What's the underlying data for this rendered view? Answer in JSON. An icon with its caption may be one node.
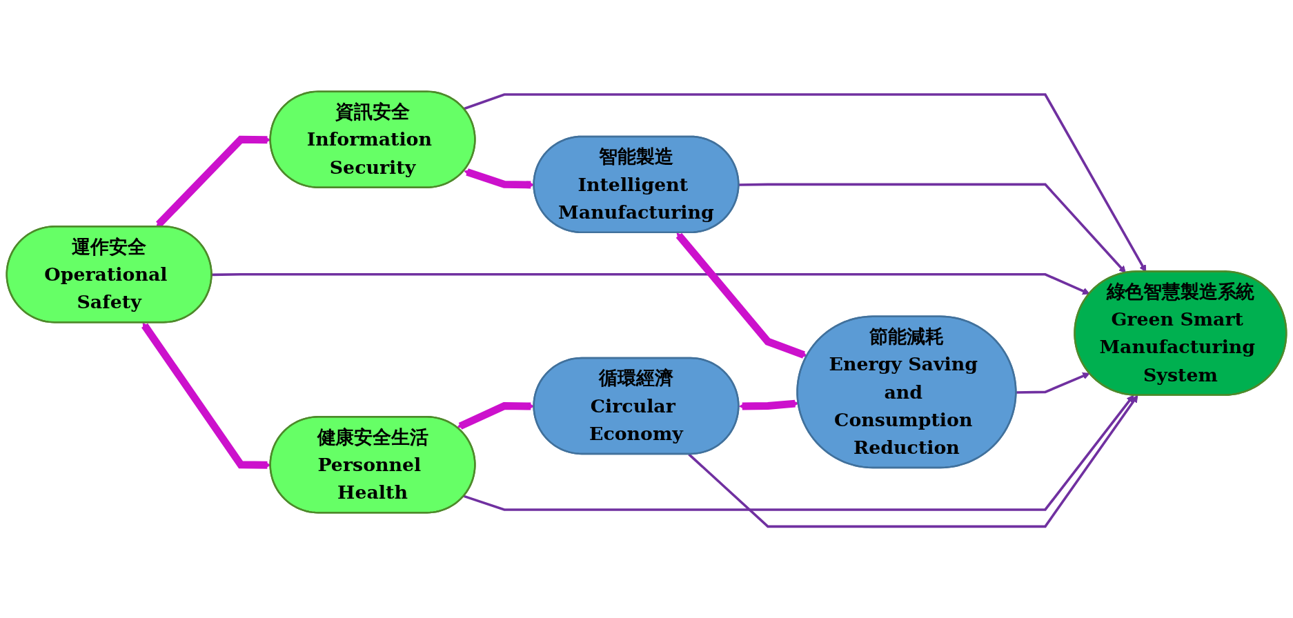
{
  "diagram": {
    "nodes": [
      {
        "text": [
          "資訊安全",
          "Information Security"
        ]
      },
      {
        "text": [
          "智能製造",
          "Intelligent Manufacturing"
        ]
      },
      {
        "text": [
          "運作安全",
          "Operational Safety"
        ]
      },
      {
        "text": [
          "綠色智慧製造系統",
          "Green Smart Manufacturing System"
        ]
      },
      {
        "text": [
          "節能減耗",
          "Energy Saving and Consumption Reduction"
        ]
      },
      {
        "text": [
          "健康安全生活",
          "Personnel Health"
        ]
      },
      {
        "text": [
          "循環經濟",
          "Circular Economy"
        ]
      }
    ],
    "edges": [
      {
        "from": 0,
        "to": 3,
        "arrow": "to",
        "color": "#7030a0"
      },
      {
        "from": 1,
        "to": 3,
        "arrow": "to",
        "color": "#7030a0"
      },
      {
        "from": 2,
        "to": 3,
        "arrow": "to",
        "color": "#7030a0"
      },
      {
        "from": 4,
        "to": 3,
        "arrow": "to",
        "color": "#7030a0"
      },
      {
        "from": 5,
        "to": 3,
        "arrow": "to",
        "color": "#7030a0"
      },
      {
        "from": 6,
        "to": 3,
        "arrow": "to",
        "color": "#7030a0"
      },
      {
        "from": 0,
        "to": 1,
        "arrow": "both",
        "style": "thick",
        "color": "#cc11cc"
      },
      {
        "from": 1,
        "to": 4,
        "arrow": "both",
        "style": "thick",
        "color": "#cc11cc"
      },
      {
        "from": 6,
        "to": 4,
        "arrow": "both",
        "style": "thick",
        "color": "#cc11cc"
      },
      {
        "from": 5,
        "to": 6,
        "arrow": "both",
        "style": "thick",
        "color": "#cc11cc"
      },
      {
        "from": 2,
        "to": 5,
        "arrow": "both",
        "style": "thick",
        "color": "#cc11cc"
      },
      {
        "from": 2,
        "to": 0,
        "arrow": "both",
        "style": "thick",
        "color": "#cc11cc"
      }
    ]
  }
}
